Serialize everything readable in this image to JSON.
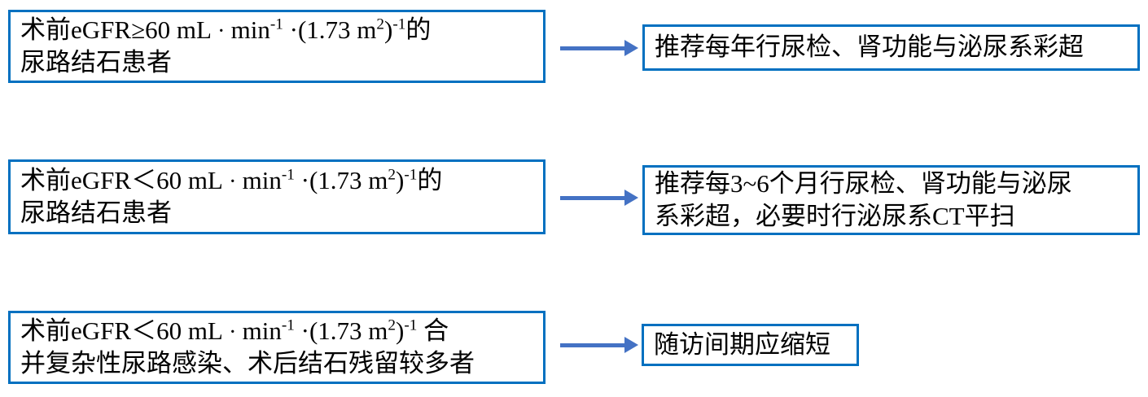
{
  "diagram": {
    "type": "flowchart",
    "title": "",
    "colors": {
      "box_border": "#0070C0",
      "arrow": "#4472C4",
      "text": "#000000",
      "background": "#ffffff"
    },
    "rows": [
      {
        "id": "row-1",
        "condition": {
          "lines": [
            "术前eGFR≥60 mL · min-1 ·(1.73 m2)-1的",
            "尿路结石患者"
          ],
          "plain_text": "术前eGFR≥60 mL·min-1·(1.73 m2)-1的尿路结石患者"
        },
        "connector": {
          "icon": "right-arrow-icon",
          "direction": "right"
        },
        "recommendation": {
          "lines": [
            "推荐每年行尿检、肾功能与泌尿系彩超"
          ],
          "plain_text": "推荐每年行尿检、肾功能与泌尿系彩超"
        }
      },
      {
        "id": "row-2",
        "condition": {
          "lines": [
            "术前eGFR＜60 mL · min-1 ·(1.73 m2)-1的",
            "尿路结石患者"
          ],
          "plain_text": "术前eGFR＜60 mL·min-1·(1.73 m2)-1的尿路结石患者"
        },
        "connector": {
          "icon": "right-arrow-icon",
          "direction": "right"
        },
        "recommendation": {
          "lines": [
            "推荐每3~6个月行尿检、肾功能与泌尿",
            "系彩超，必要时行泌尿系CT平扫"
          ],
          "plain_text": "推荐每3~6个月行尿检、肾功能与泌尿系彩超，必要时行泌尿系CT平扫"
        }
      },
      {
        "id": "row-3",
        "condition": {
          "lines": [
            "术前eGFR＜60 mL · min-1 ·(1.73 m2)-1 合",
            "并复杂性尿路感染、术后结石残留较多者"
          ],
          "plain_text": "术前eGFR＜60 mL·min-1·(1.73 m2)-1 合并复杂性尿路感染、术后结石残留较多者"
        },
        "connector": {
          "icon": "right-arrow-icon",
          "direction": "right"
        },
        "recommendation": {
          "lines": [
            "随访间期应缩短"
          ],
          "plain_text": "随访间期应缩短"
        }
      }
    ],
    "text_fragments": {
      "r1c_l1_a": "术前eGFR≥60 mL",
      "r1c_l1_mid": " · ",
      "r1c_l1_b": "min",
      "r1c_l1_sup1": "-1",
      "r1c_l1_c": " ·(1.73 m",
      "r1c_l1_sup2": "2",
      "r1c_l1_d": ")",
      "r1c_l1_sup3": "-1",
      "r1c_l1_e": "的",
      "r1c_l2": "尿路结石患者",
      "r2c_l1_a": "术前eGFR＜60 mL",
      "r2c_l1_mid": " · ",
      "r2c_l1_b": "min",
      "r2c_l1_sup1": "-1",
      "r2c_l1_c": " ·(1.73 m",
      "r2c_l1_sup2": "2",
      "r2c_l1_d": ")",
      "r2c_l1_sup3": "-1",
      "r2c_l1_e": "的",
      "r2c_l2": "尿路结石患者",
      "r3c_l1_a": "术前eGFR＜60 mL",
      "r3c_l1_mid": " · ",
      "r3c_l1_b": "min",
      "r3c_l1_sup1": "-1",
      "r3c_l1_c": " ·(1.73 m",
      "r3c_l1_sup2": "2",
      "r3c_l1_d": ")",
      "r3c_l1_sup3": "-1",
      "r3c_l1_e": " 合",
      "r3c_l2": "并复杂性尿路感染、术后结石残留较多者",
      "r1r_l1": "推荐每年行尿检、肾功能与泌尿系彩超",
      "r2r_l1": "推荐每3~6个月行尿检、肾功能与泌尿",
      "r2r_l2": "系彩超，必要时行泌尿系CT平扫",
      "r3r_l1": "随访间期应缩短"
    }
  }
}
